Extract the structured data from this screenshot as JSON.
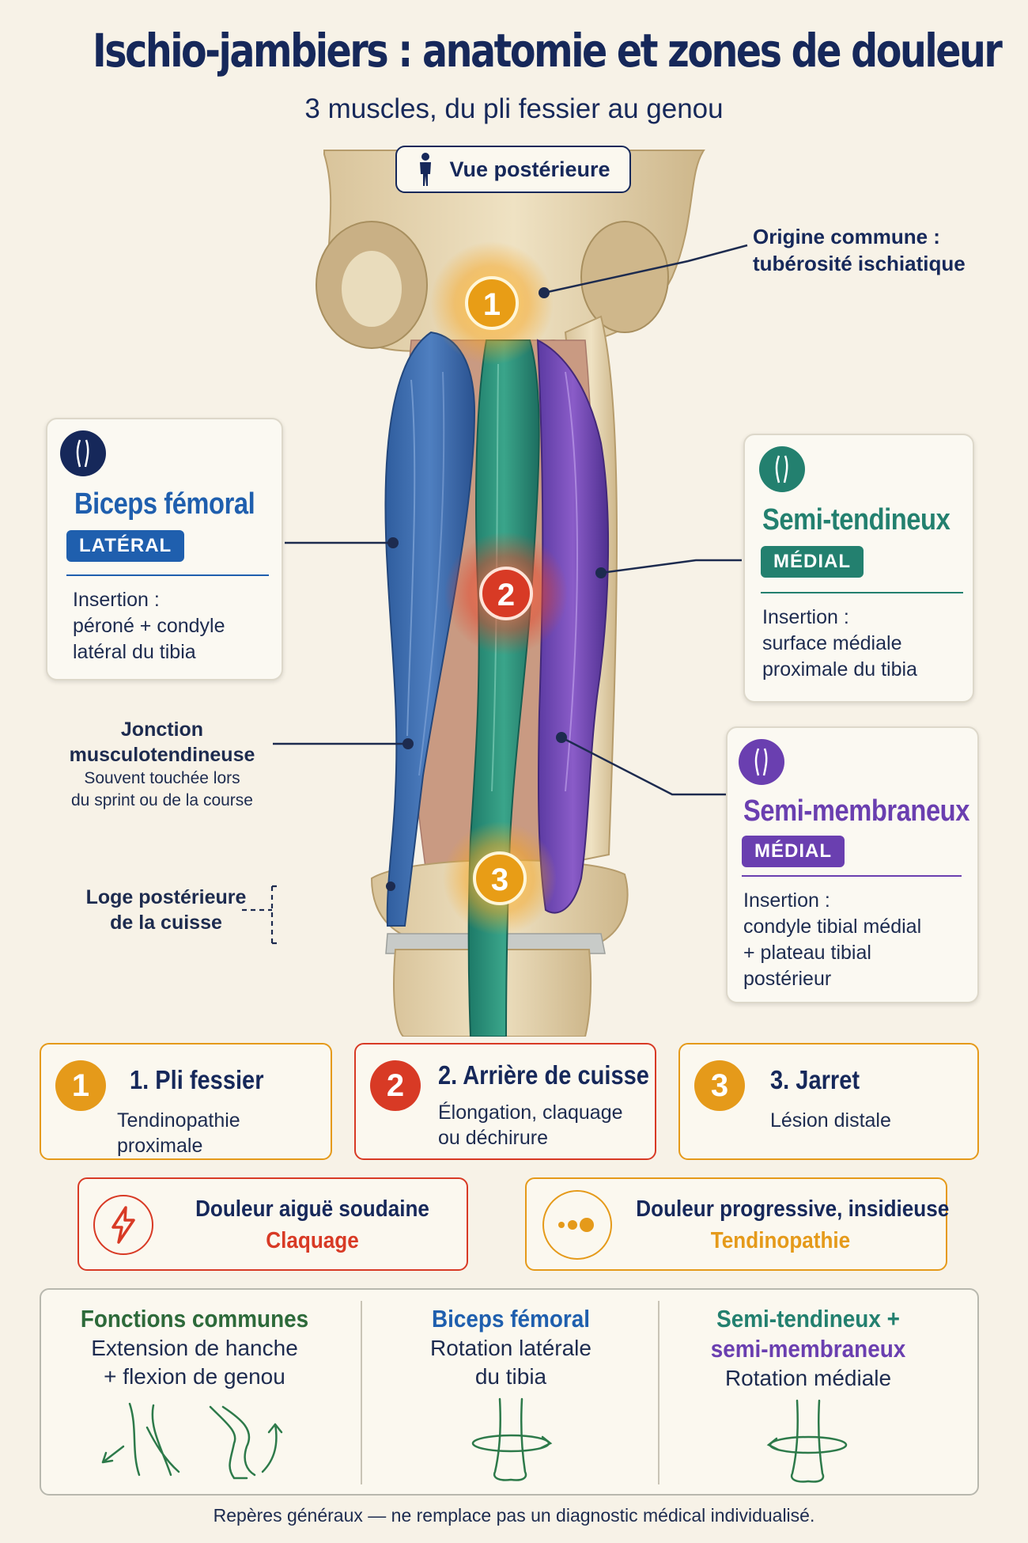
{
  "header": {
    "title": "Ischio-jambiers : anatomie et zones de douleur",
    "subtitle": "3 muscles, du pli fessier au genou",
    "view_label": "Vue postérieure"
  },
  "markers": [
    "1",
    "2",
    "3"
  ],
  "origin_callout": {
    "line1": "Origine commune :",
    "line2": "tubérosité ischiatique"
  },
  "muscles": {
    "biceps": {
      "name": "Biceps fémoral",
      "side": "LATÉRAL",
      "insertion": [
        "Insertion :",
        "péroné + condyle",
        "latéral du tibia"
      ],
      "color": "#1f5fae"
    },
    "semitend": {
      "name": "Semi-tendineux",
      "side": "MÉDIAL",
      "insertion": [
        "Insertion :",
        "surface médiale",
        "proximale du tibia"
      ],
      "color": "#23806f"
    },
    "semimemb": {
      "name": "Semi-membraneux",
      "side": "MÉDIAL",
      "insertion": [
        "Insertion :",
        "condyle tibial médial",
        "+ plateau tibial",
        "postérieur"
      ],
      "color": "#6a3fb0"
    }
  },
  "junction_callout": {
    "title1": "Jonction",
    "title2": "musculotendineuse",
    "note1": "Souvent touchée lors",
    "note2": "du sprint ou de la course"
  },
  "compartment_callout": {
    "line1": "Loge postérieure",
    "line2": "de la cuisse"
  },
  "zones": [
    {
      "num": "1",
      "title": "1. Pli fessier",
      "desc": [
        "Tendinopathie proximale"
      ],
      "color": "#e59a1a"
    },
    {
      "num": "2",
      "title": "2. Arrière de cuisse",
      "desc": [
        "Élongation, claquage",
        "ou déchirure"
      ],
      "color": "#d83a25"
    },
    {
      "num": "3",
      "title": "3. Jarret",
      "desc": [
        "Lésion distale"
      ],
      "color": "#e59a1a"
    }
  ],
  "pain": [
    {
      "title": "Douleur aiguë soudaine",
      "label": "Claquage",
      "icon": "lightning-icon",
      "color": "#d83a25"
    },
    {
      "title": "Douleur progressive, insidieuse",
      "label": "Tendinopathie",
      "icon": "dots-icon",
      "color": "#e59a1a"
    }
  ],
  "functions": [
    {
      "heading": [
        "Fonctions communes"
      ],
      "desc": [
        "Extension de hanche",
        "+ flexion de genou"
      ]
    },
    {
      "heading": [
        "Biceps fémoral"
      ],
      "desc": [
        "Rotation latérale",
        "du tibia"
      ]
    },
    {
      "heading": [
        "Semi-tendineux +",
        "semi-membraneux"
      ],
      "desc": [
        "Rotation médiale"
      ]
    }
  ],
  "footer": "Repères généraux — ne remplace pas un diagnostic médical individualisé."
}
